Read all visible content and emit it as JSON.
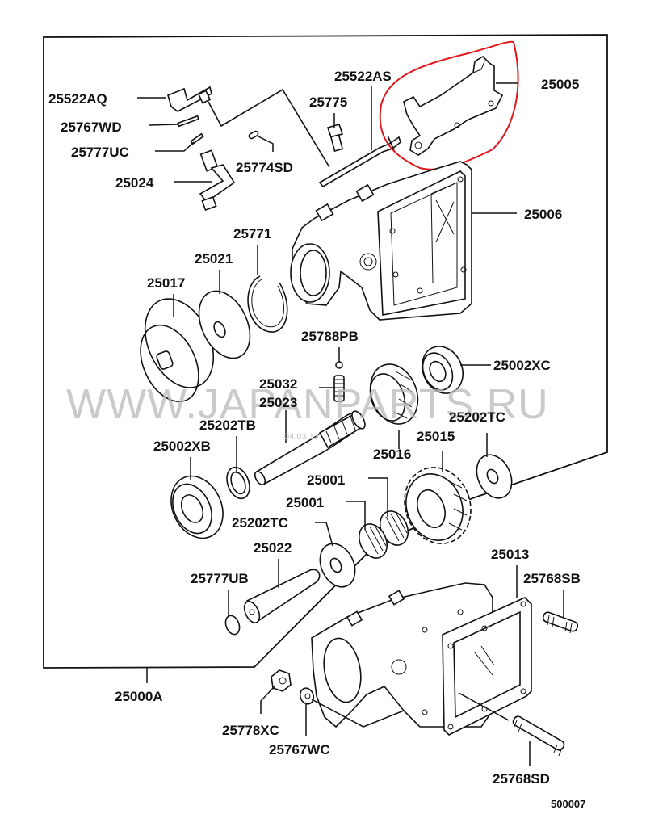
{
  "diagram": {
    "title": "Transfer / PTO assembly exploded parts diagram",
    "drawing_code": "500007",
    "watermark": "WWW.JAPANPARTS.RU",
    "watermark_small": "04.03.13",
    "highlight_color": "#e0191e",
    "highlighted_part": "25005",
    "parts": {
      "p25522AQ": "25522AQ",
      "p25767WD": "25767WD",
      "p25777UC": "25777UC",
      "p25024": "25024",
      "p25774SD": "25774SD",
      "p25522AS": "25522AS",
      "p25775": "25775",
      "p25005": "25005",
      "p25006": "25006",
      "p25771": "25771",
      "p25021": "25021",
      "p25017": "25017",
      "p25788PB": "25788PB",
      "p25002XC": "25002XC",
      "p25032": "25032",
      "p25023": "25023",
      "p25202TB": "25202TB",
      "p25202TC_upper": "25202TC",
      "p25002XB": "25002XB",
      "p25016": "25016",
      "p25015": "25015",
      "p25001_upper": "25001",
      "p25001_lower": "25001",
      "p25202TC_lower": "25202TC",
      "p25022": "25022",
      "p25777UB": "25777UB",
      "p25013": "25013",
      "p25768SB": "25768SB",
      "p25000A": "25000A",
      "p25778XC": "25778XC",
      "p25767WC": "25767WC",
      "p25768SD": "25768SD"
    }
  }
}
